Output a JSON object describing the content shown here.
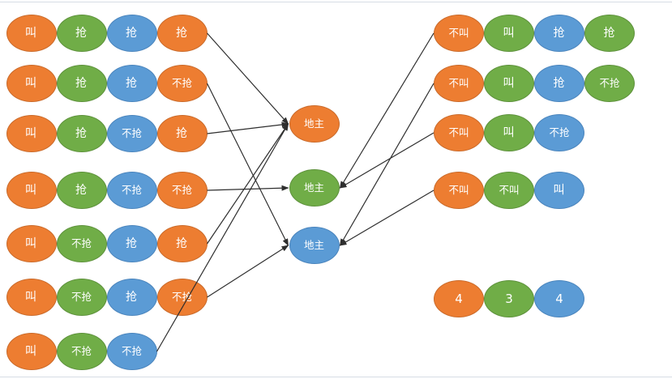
{
  "diagram": {
    "description_title": "",
    "text_color": "#FFFFFF",
    "arrow_color": "#2E2E2E",
    "frame_line_color": "#D6DCE5",
    "node_colors": {
      "orange": "#ED7D31",
      "green": "#70AD47",
      "blue": "#5B9BD5"
    },
    "node_border_colors": {
      "orange": "#C96A2A",
      "green": "#5D913B",
      "blue": "#4A84BC"
    },
    "left_rows": [
      {
        "id": "L1",
        "cells": [
          {
            "text": "叫",
            "color": "orange"
          },
          {
            "text": "抢",
            "color": "green"
          },
          {
            "text": "抢",
            "color": "blue"
          },
          {
            "text": "抢",
            "color": "orange"
          }
        ]
      },
      {
        "id": "L2",
        "cells": [
          {
            "text": "叫",
            "color": "orange"
          },
          {
            "text": "抢",
            "color": "green"
          },
          {
            "text": "抢",
            "color": "blue"
          },
          {
            "text": "不抢",
            "color": "orange"
          }
        ]
      },
      {
        "id": "L3",
        "cells": [
          {
            "text": "叫",
            "color": "orange"
          },
          {
            "text": "抢",
            "color": "green"
          },
          {
            "text": "不抢",
            "color": "blue"
          },
          {
            "text": "抢",
            "color": "orange"
          }
        ]
      },
      {
        "id": "L4",
        "cells": [
          {
            "text": "叫",
            "color": "orange"
          },
          {
            "text": "抢",
            "color": "green"
          },
          {
            "text": "不抢",
            "color": "blue"
          },
          {
            "text": "不抢",
            "color": "orange"
          }
        ]
      },
      {
        "id": "L5",
        "cells": [
          {
            "text": "叫",
            "color": "orange"
          },
          {
            "text": "不抢",
            "color": "green"
          },
          {
            "text": "抢",
            "color": "blue"
          },
          {
            "text": "抢",
            "color": "orange"
          }
        ]
      },
      {
        "id": "L6",
        "cells": [
          {
            "text": "叫",
            "color": "orange"
          },
          {
            "text": "不抢",
            "color": "green"
          },
          {
            "text": "抢",
            "color": "blue"
          },
          {
            "text": "不抢",
            "color": "orange"
          }
        ]
      },
      {
        "id": "L7",
        "cells": [
          {
            "text": "叫",
            "color": "orange"
          },
          {
            "text": "不抢",
            "color": "green"
          },
          {
            "text": "不抢",
            "color": "blue"
          }
        ]
      }
    ],
    "middle_nodes": [
      {
        "id": "M1",
        "text": "地主",
        "color": "orange"
      },
      {
        "id": "M2",
        "text": "地主",
        "color": "green"
      },
      {
        "id": "M3",
        "text": "地主",
        "color": "blue"
      }
    ],
    "right_rows": [
      {
        "id": "R1",
        "cells": [
          {
            "text": "不叫",
            "color": "orange"
          },
          {
            "text": "叫",
            "color": "green"
          },
          {
            "text": "抢",
            "color": "blue"
          },
          {
            "text": "抢",
            "color": "green"
          }
        ]
      },
      {
        "id": "R2",
        "cells": [
          {
            "text": "不叫",
            "color": "orange"
          },
          {
            "text": "叫",
            "color": "green"
          },
          {
            "text": "抢",
            "color": "blue"
          },
          {
            "text": "不抢",
            "color": "green"
          }
        ]
      },
      {
        "id": "R3",
        "cells": [
          {
            "text": "不叫",
            "color": "orange"
          },
          {
            "text": "叫",
            "color": "green"
          },
          {
            "text": "不抢",
            "color": "blue"
          }
        ]
      },
      {
        "id": "R4",
        "cells": [
          {
            "text": "不叫",
            "color": "orange"
          },
          {
            "text": "不叫",
            "color": "green"
          },
          {
            "text": "叫",
            "color": "blue"
          }
        ]
      }
    ],
    "counts_row": {
      "cells": [
        {
          "text": "4",
          "color": "orange"
        },
        {
          "text": "3",
          "color": "green"
        },
        {
          "text": "4",
          "color": "blue"
        }
      ]
    },
    "edges": [
      {
        "from": "L1",
        "to": "M1"
      },
      {
        "from": "L2",
        "to": "M3"
      },
      {
        "from": "L3",
        "to": "M1"
      },
      {
        "from": "L4",
        "to": "M2"
      },
      {
        "from": "L5",
        "to": "M1"
      },
      {
        "from": "L6",
        "to": "M3"
      },
      {
        "from": "L7",
        "to": "M1"
      },
      {
        "from": "R1",
        "to": "M2"
      },
      {
        "from": "R2",
        "to": "M3"
      },
      {
        "from": "R3",
        "to": "M2"
      },
      {
        "from": "R4",
        "to": "M3"
      }
    ]
  }
}
